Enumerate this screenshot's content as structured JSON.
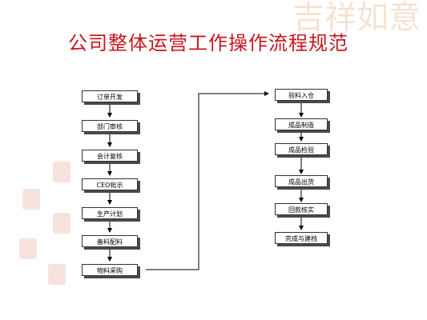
{
  "title": "公司整体运营工作操作流程规范",
  "left_steps": [
    "订单开发",
    "部门审核",
    "会计复核",
    "CEO批示",
    "生产计划",
    "备料配料",
    "物料采购"
  ],
  "right_steps": [
    "验料入仓",
    "成品制造",
    "成品检验",
    "成品出货",
    "回款核实",
    "完成与建档"
  ],
  "watermark": "吉祥如意",
  "colors": {
    "title": "#c8161d",
    "border": "#333333",
    "shadow": "#4a4a4a"
  }
}
